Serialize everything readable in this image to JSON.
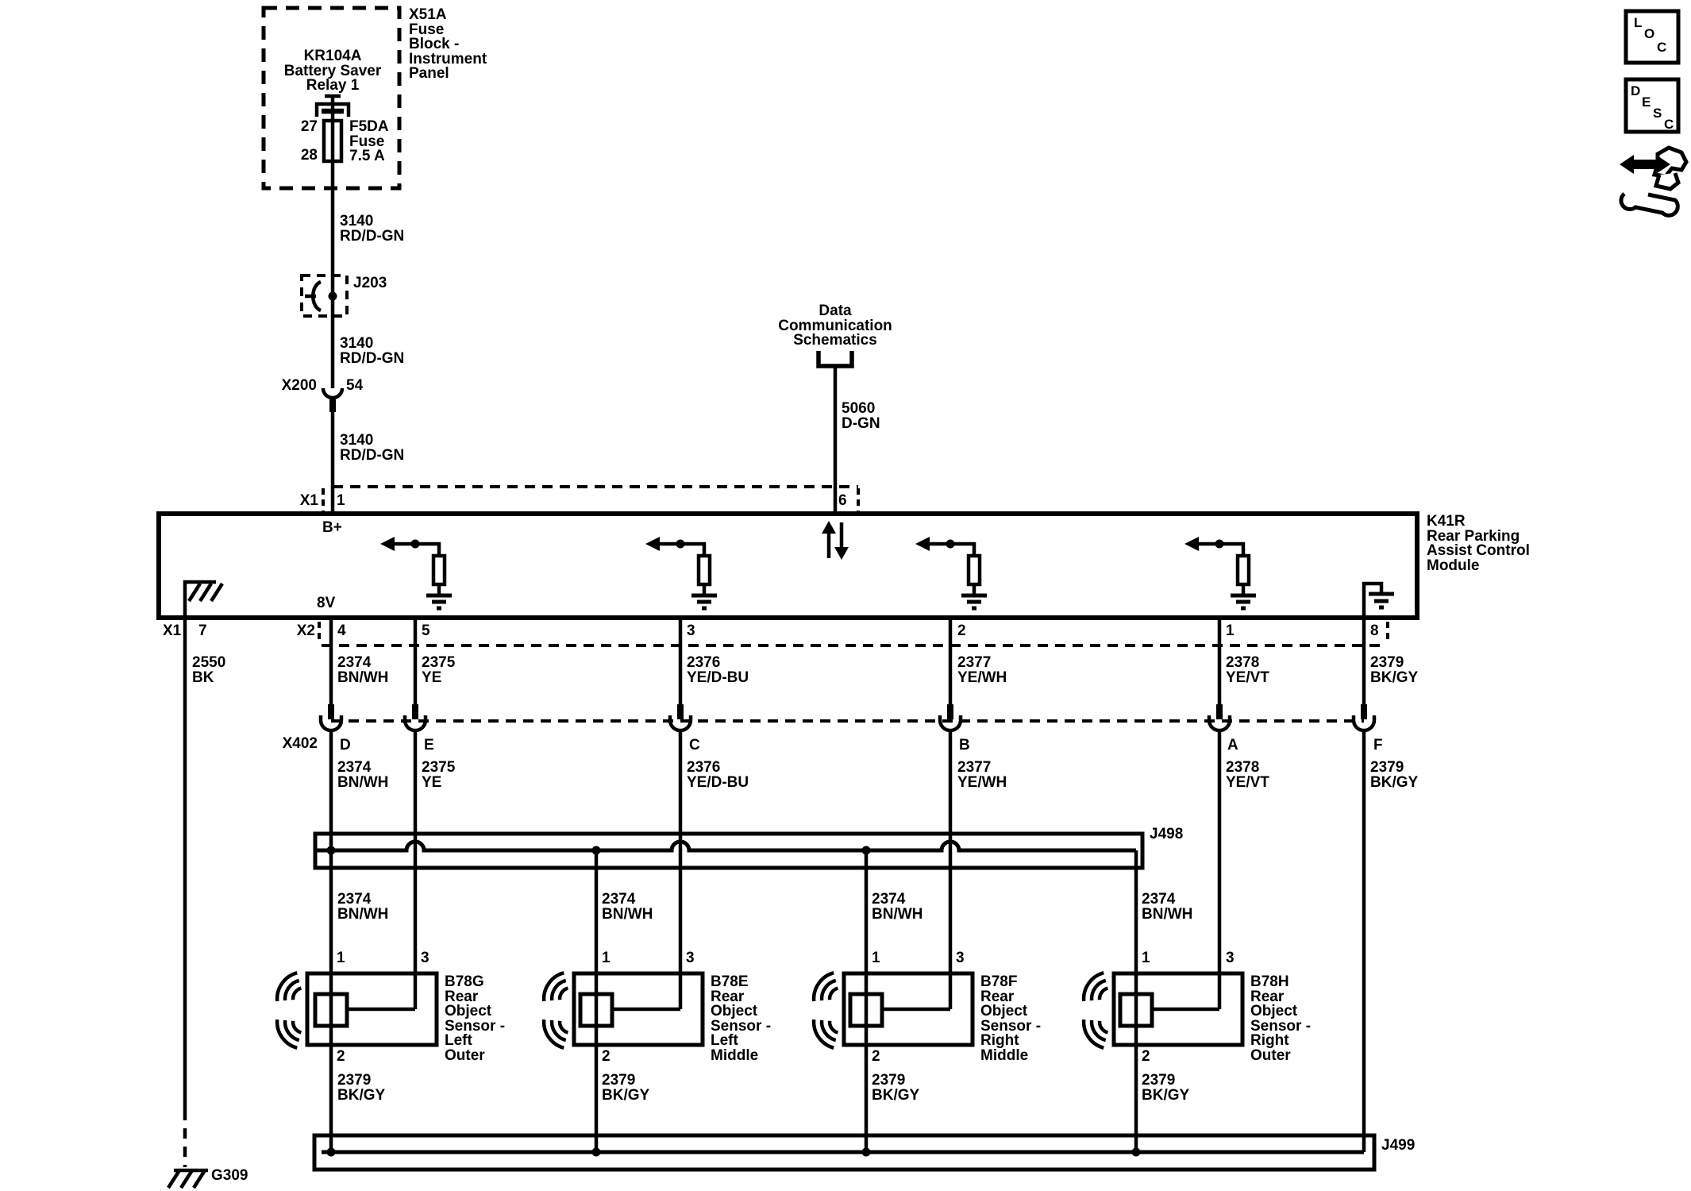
{
  "colors": {
    "ink": "#000000",
    "paper": "#ffffff"
  },
  "power_feed": {
    "fuse_block_name": "X51A\nFuse\nBlock -\nInstrument\nPanel",
    "relay_name": "KR104A\nBattery Saver\nRelay 1",
    "fuse_label": "F5DA\nFuse\n7.5 A",
    "fuse_pin_top": "27",
    "fuse_pin_bottom": "28",
    "wire_upper": "3140\nRD/D-GN",
    "splice_label": "J203",
    "wire_middle": "3140\nRD/D-GN",
    "connector_name": "X200",
    "connector_pin": "54",
    "wire_lower": "3140\nRD/D-GN"
  },
  "data_link": {
    "offpage_ref": "Data\nCommunication\nSchematics",
    "wire": "5060\nD-GN",
    "module_pin": "6"
  },
  "module": {
    "name": "K41R\nRear Parking\nAssist Control\nModule",
    "x1_label": "X1",
    "x1_pin_power": "1",
    "power_net": "B+",
    "x1_pin_ground": "7",
    "x2_label": "X2",
    "supply_net": "8V",
    "x2_pins": [
      "4",
      "5",
      "3",
      "2",
      "1",
      "8"
    ]
  },
  "wires": {
    "ground": "2550\nBK",
    "signals": [
      "2374\nBN/WH",
      "2375\nYE",
      "2376\nYE/D-BU",
      "2377\nYE/WH",
      "2378\nYE/VT",
      "2379\nBK/GY"
    ]
  },
  "x402": {
    "label": "X402",
    "pins": [
      "D",
      "E",
      "C",
      "B",
      "A",
      "F"
    ]
  },
  "splices": {
    "j498_label": "J498",
    "j498_branch_wire": "2374\nBN/WH",
    "j499_label": "J499",
    "j499_branch_wire": "2379\nBK/GY"
  },
  "sensor_pins": {
    "power": "1",
    "signal": "3",
    "ground": "2"
  },
  "sensors": [
    {
      "name": "B78G\nRear\nObject\nSensor -\nLeft\nOuter"
    },
    {
      "name": "B78E\nRear\nObject\nSensor -\nLeft\nMiddle"
    },
    {
      "name": "B78F\nRear\nObject\nSensor -\nRight\nMiddle"
    },
    {
      "name": "B78H\nRear\nObject\nSensor -\nRight\nOuter"
    }
  ],
  "ground_point": "G309",
  "side_icons": {
    "loc": [
      "L",
      "O",
      "C"
    ],
    "desc": [
      "D",
      "E",
      "S",
      "C"
    ]
  }
}
